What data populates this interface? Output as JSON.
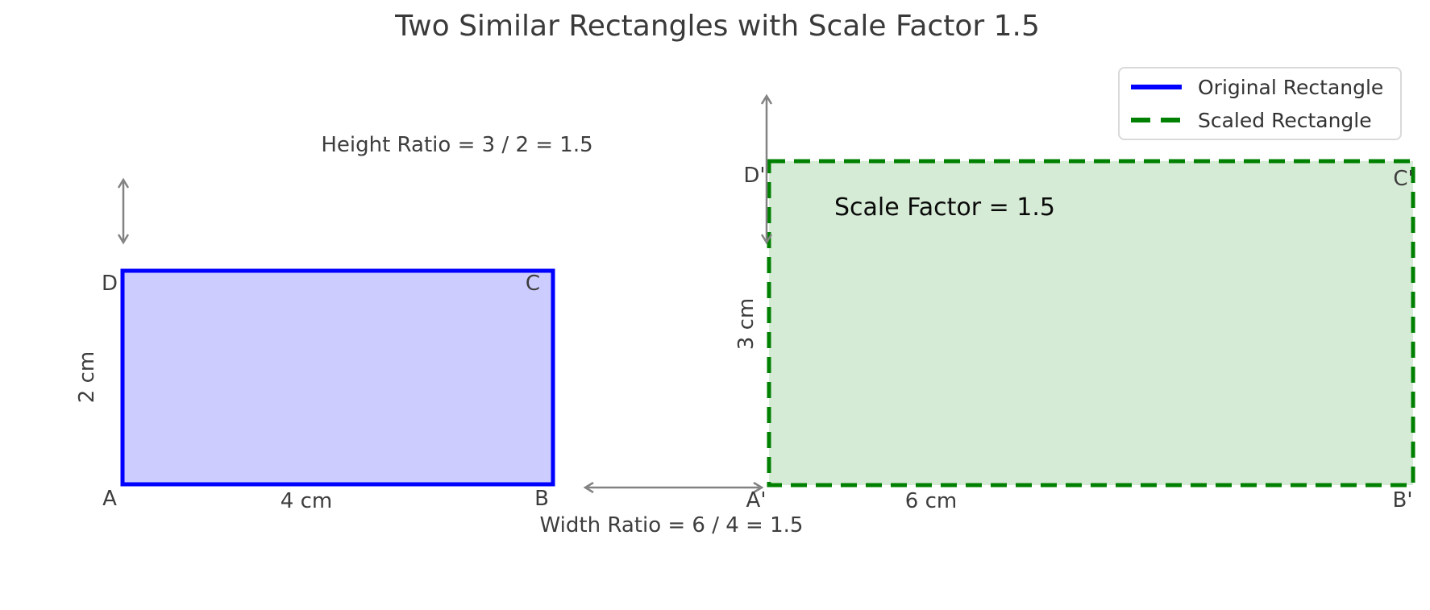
{
  "title": "Two Similar Rectangles with Scale Factor 1.5",
  "legend": {
    "items": [
      {
        "label": "Original Rectangle",
        "color": "#0000ff",
        "line_style": "solid"
      },
      {
        "label": "Scaled Rectangle",
        "color": "#008000",
        "line_style": "dashed"
      }
    ]
  },
  "original_rectangle": {
    "corner_a": "A",
    "corner_b": "B",
    "corner_c": "C",
    "corner_d": "D",
    "width_label": "4 cm",
    "height_label": "2 cm",
    "stroke_color": "#0000ff",
    "fill_color": "#ccccff"
  },
  "scaled_rectangle": {
    "corner_a": "A'",
    "corner_b": "B'",
    "corner_c": "C'",
    "corner_d": "D'",
    "width_label": "6 cm",
    "height_label": "3 cm",
    "annotation": "Scale Factor = 1.5",
    "stroke_color": "#008000",
    "fill_color": "#d5e8d3"
  },
  "annotations": {
    "height_ratio": "Height Ratio = 3 / 2 = 1.5",
    "width_ratio": "Width Ratio = 6 / 4 = 1.5"
  },
  "arrow_color": "#828282",
  "text_color": "#3d3d3d"
}
